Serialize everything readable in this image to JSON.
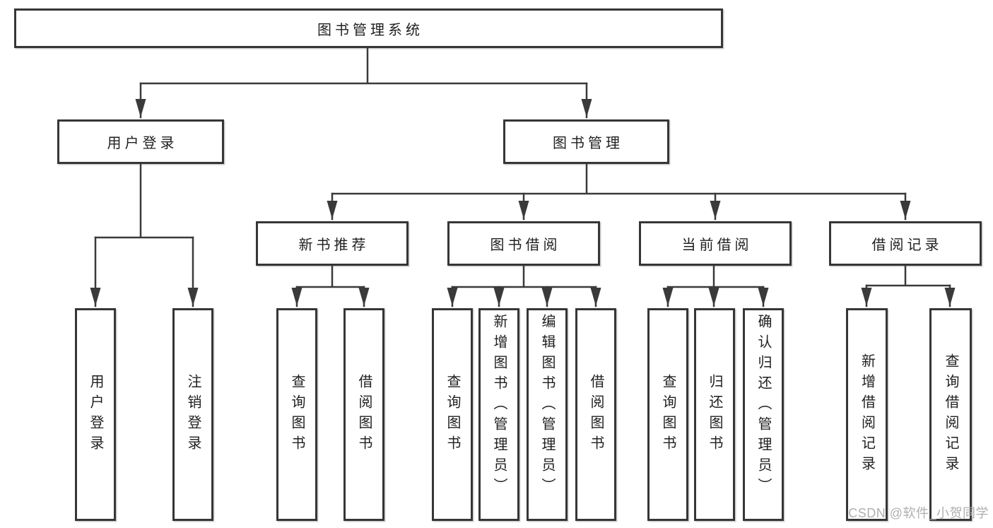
{
  "tree": {
    "root": "图书管理系统",
    "level2": [
      {
        "label": "用户登录",
        "children": [
          "用户登录",
          "注销登录"
        ]
      },
      {
        "label": "图书管理",
        "groups": [
          {
            "label": "新书推荐",
            "children": [
              "查询图书",
              "借阅图书"
            ]
          },
          {
            "label": "图书借阅",
            "children": [
              "查询图书",
              "新增图书（管理员）",
              "编辑图书（管理员）",
              "借阅图书"
            ]
          },
          {
            "label": "当前借阅",
            "children": [
              "查询图书",
              "归还图书",
              "确认归还（管理员）"
            ]
          },
          {
            "label": "借阅记录",
            "children": [
              "新增借阅记录",
              "查询借阅记录"
            ]
          }
        ]
      }
    ]
  },
  "watermark": "CSDN @软件_小贺同学",
  "colors": {
    "line": "#3a3a3a",
    "box_border": "#363636",
    "text": "#1f1f1f",
    "watermark": "#ababab",
    "background": "#ffffff"
  }
}
